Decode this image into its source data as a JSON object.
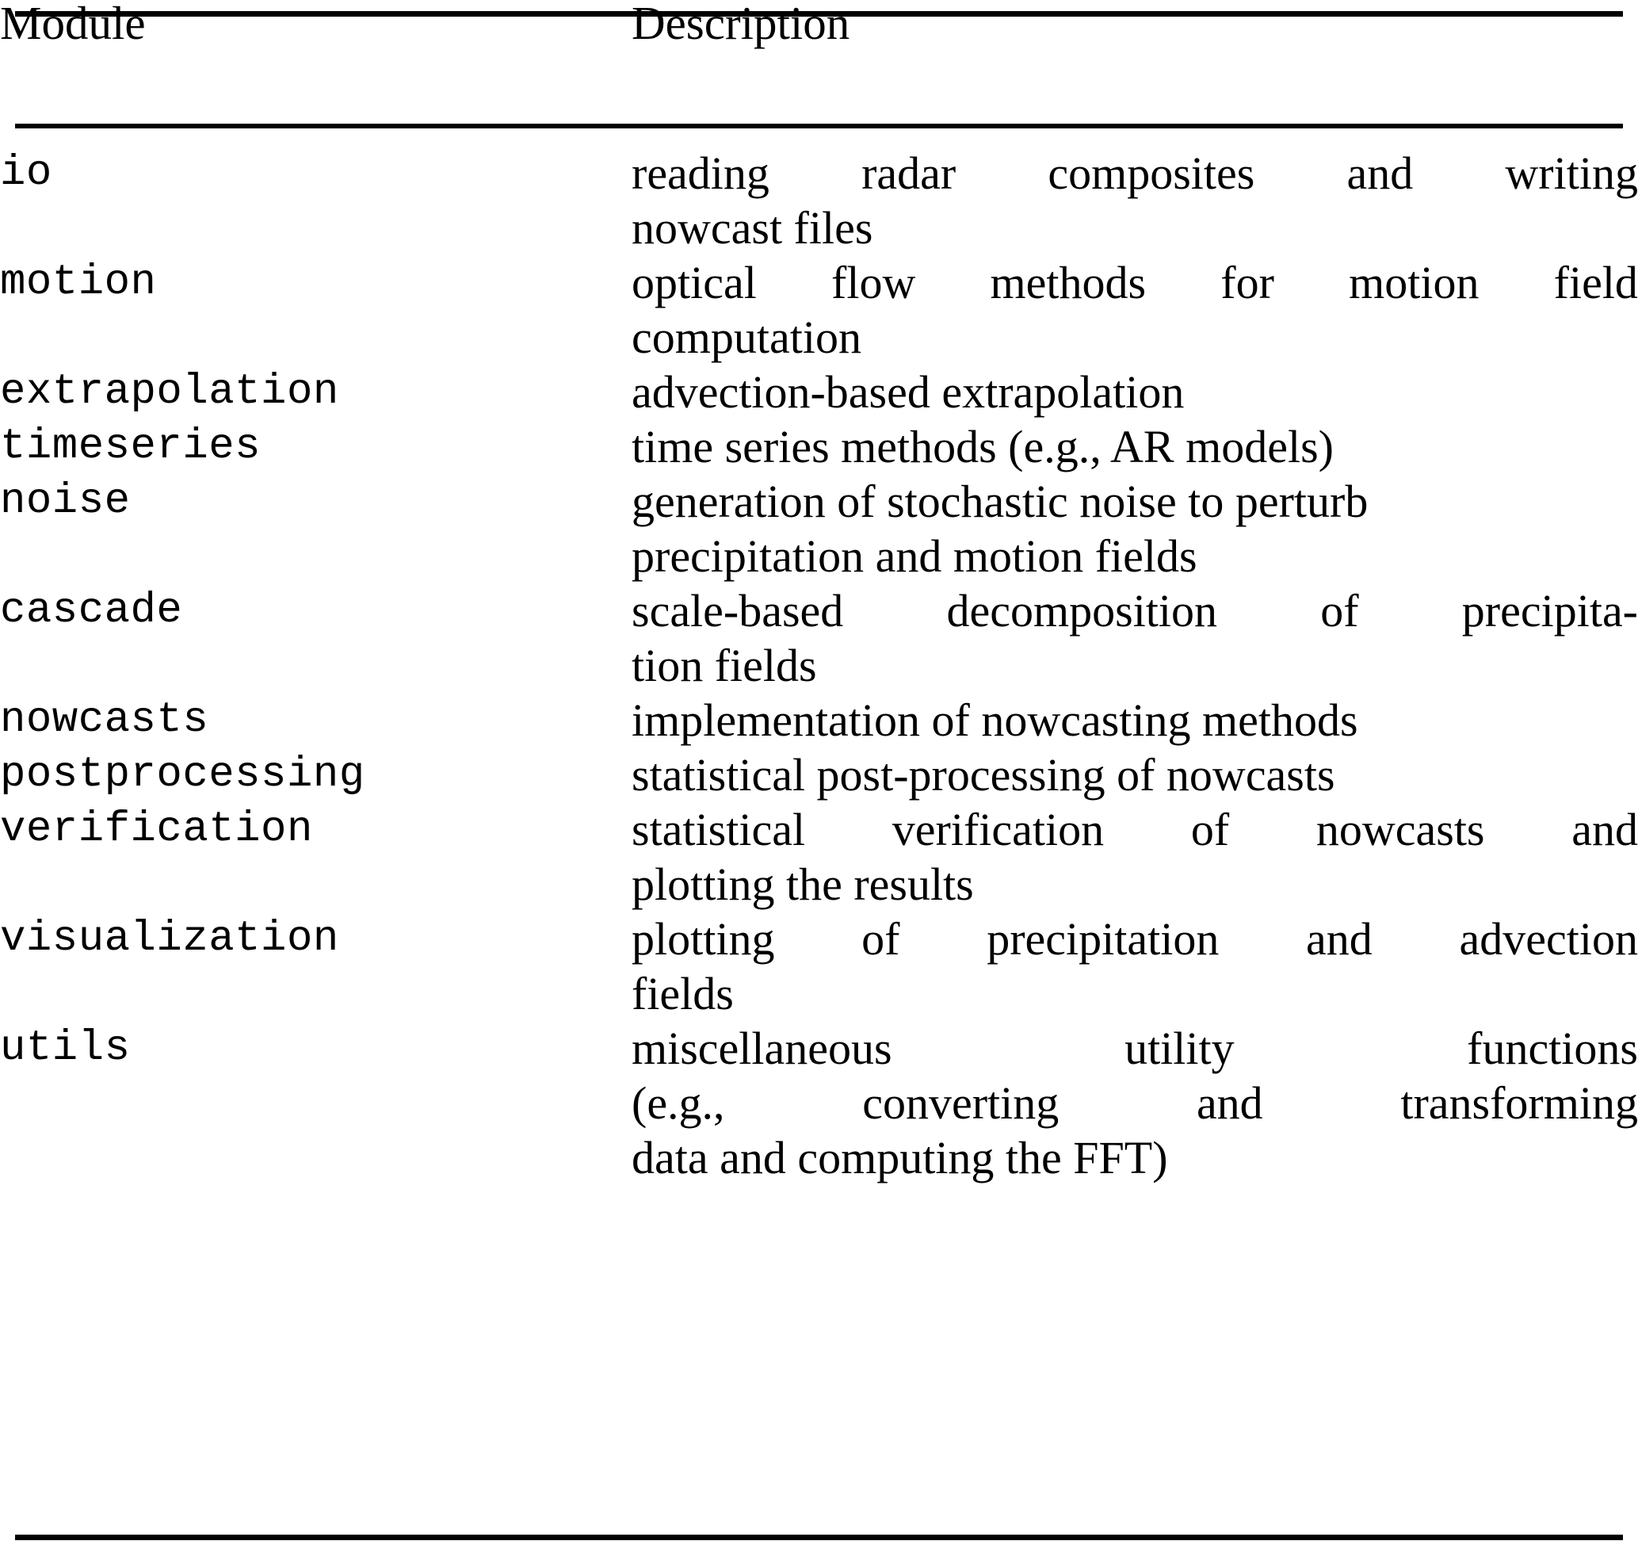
{
  "table": {
    "columns": [
      {
        "key": "module",
        "header": "Module"
      },
      {
        "key": "description",
        "header": "Description"
      }
    ],
    "rows": [
      {
        "module": "io",
        "description": "reading radar composites and writing nowcast files",
        "lines": [
          {
            "words": [
              "reading",
              "radar",
              "composites",
              "and",
              "writing"
            ],
            "justified": true
          },
          {
            "words": [
              "nowcast files"
            ],
            "justified": false
          }
        ]
      },
      {
        "module": "motion",
        "description": "optical flow methods for motion field computation",
        "lines": [
          {
            "words": [
              "optical",
              "flow",
              "methods",
              "for",
              "motion",
              "field"
            ],
            "justified": true
          },
          {
            "words": [
              "computation"
            ],
            "justified": false
          }
        ]
      },
      {
        "module": "extrapolation",
        "description": "advection-based extrapolation",
        "lines": [
          {
            "words": [
              "advection-based extrapolation"
            ],
            "justified": false
          }
        ]
      },
      {
        "module": "timeseries",
        "description": "time series methods (e.g., AR models)",
        "lines": [
          {
            "words": [
              "time series methods (e.g., AR models)"
            ],
            "justified": false
          }
        ]
      },
      {
        "module": "noise",
        "description": "generation of stochastic noise to perturb precipitation and motion fields",
        "lines": [
          {
            "words": [
              "generation of stochastic noise to perturb"
            ],
            "justified": false
          },
          {
            "words": [
              "precipitation and motion fields"
            ],
            "justified": false
          }
        ]
      },
      {
        "module": "cascade",
        "description": "scale-based decomposition of precipitation fields",
        "lines": [
          {
            "words": [
              "scale-based",
              "decomposition",
              "of",
              "precipita-"
            ],
            "justified": true
          },
          {
            "words": [
              "tion fields"
            ],
            "justified": false
          }
        ]
      },
      {
        "module": "nowcasts",
        "description": "implementation of nowcasting methods",
        "lines": [
          {
            "words": [
              "implementation of nowcasting methods"
            ],
            "justified": false
          }
        ]
      },
      {
        "module": "postprocessing",
        "description": "statistical post-processing of nowcasts",
        "lines": [
          {
            "words": [
              "statistical post-processing of nowcasts"
            ],
            "justified": false
          }
        ]
      },
      {
        "module": "verification",
        "description": "statistical verification of nowcasts and plotting the results",
        "lines": [
          {
            "words": [
              "statistical",
              "verification",
              "of",
              "nowcasts",
              "and"
            ],
            "justified": true
          },
          {
            "words": [
              "plotting the results"
            ],
            "justified": false
          }
        ]
      },
      {
        "module": "visualization",
        "description": "plotting of precipitation and advection fields",
        "lines": [
          {
            "words": [
              "plotting",
              "of",
              "precipitation",
              "and",
              "advection"
            ],
            "justified": true
          },
          {
            "words": [
              "fields"
            ],
            "justified": false
          }
        ]
      },
      {
        "module": "utils",
        "description": "miscellaneous utility functions (e.g., converting and transforming data and computing the FFT)",
        "lines": [
          {
            "words": [
              "miscellaneous",
              "utility",
              "functions"
            ],
            "justified": true
          },
          {
            "words": [
              "(e.g.,",
              "converting",
              "and",
              "transforming"
            ],
            "justified": true
          },
          {
            "words": [
              "data and computing the FFT)"
            ],
            "justified": false
          }
        ]
      }
    ]
  },
  "rules": {
    "top": "toprule",
    "middle": "midrule",
    "bottom": "bottomrule"
  },
  "colors": {
    "text": "#000000",
    "background": "#ffffff",
    "rule": "#000000"
  }
}
